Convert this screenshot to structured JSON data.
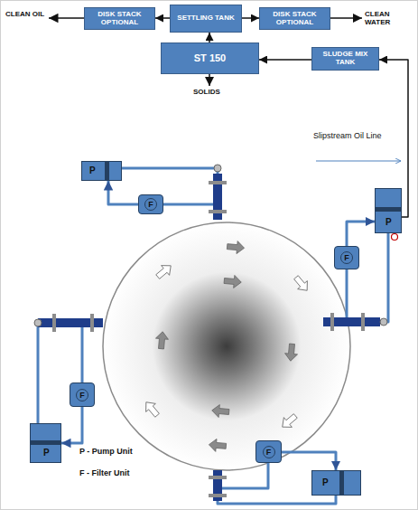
{
  "diagram": {
    "nodes": [
      {
        "text": [
          "DISK STACK OPTIONAL"
        ]
      },
      {
        "text": [
          "SETTLING TANK"
        ]
      },
      {
        "text": [
          "DISK STACK OPTIONAL"
        ]
      },
      {
        "text": [
          "ST 150"
        ]
      },
      {
        "text": [
          "SLUDGE MIX TANK"
        ]
      },
      {
        "text": [
          "P"
        ]
      },
      {
        "text": [
          "F"
        ]
      },
      {
        "text": [
          "P"
        ]
      },
      {
        "text": [
          "F"
        ]
      },
      {
        "text": [
          "P"
        ]
      },
      {
        "text": [
          "F"
        ]
      },
      {
        "text": [
          "F"
        ]
      },
      {
        "text": [
          "P"
        ]
      }
    ],
    "edges": [
      {
        "from": 3,
        "to": 1,
        "arrow": "to"
      },
      {
        "from": 1,
        "to": 0,
        "arrow": "to"
      },
      {
        "from": 1,
        "to": 2,
        "arrow": "to"
      },
      {
        "from": 4,
        "to": 3,
        "arrow": "to"
      },
      {
        "from": 7,
        "to": 4,
        "arrow": "to"
      },
      {
        "from": 6,
        "to": 5,
        "arrow": "to"
      },
      {
        "from": 8,
        "to": 7,
        "arrow": "to"
      },
      {
        "from": 10,
        "to": 9,
        "arrow": "to"
      },
      {
        "from": 11,
        "to": 12,
        "arrow": "to"
      }
    ],
    "labels": [
      "CLEAN OIL",
      "CLEAN WATER",
      "SOLIDS",
      "Slipstream Oil Line"
    ],
    "legend": [
      {
        "text": "P - Pump Unit"
      },
      {
        "text": "F - Filter Unit"
      }
    ]
  }
}
